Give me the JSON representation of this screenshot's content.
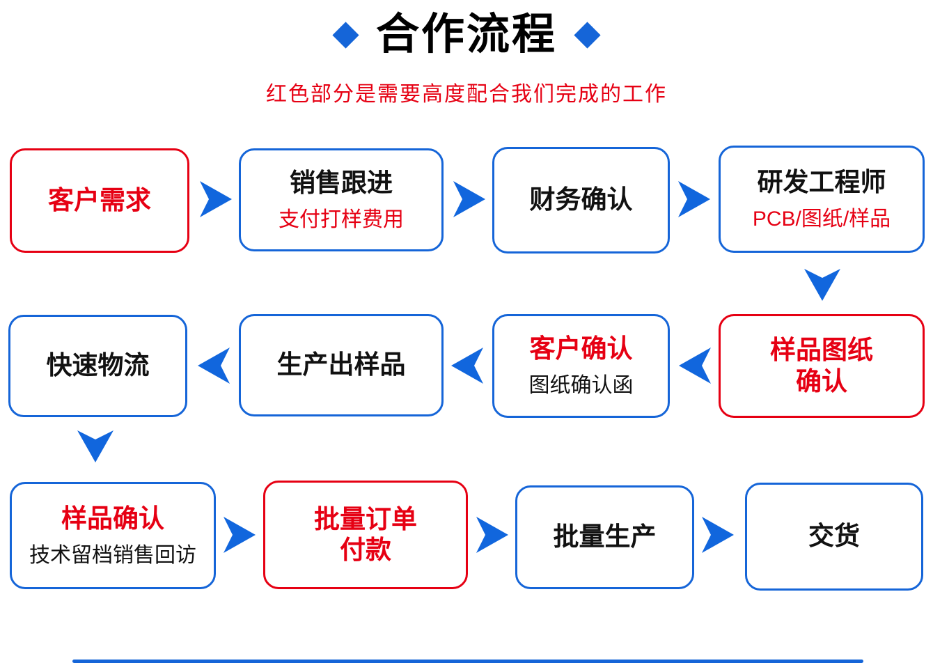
{
  "page": {
    "title": "合作流程",
    "subtitle": "红色部分是需要高度配合我们完成的工作",
    "colors": {
      "blue": "#1565d8",
      "red": "#e60013",
      "arrow": "#1166dd",
      "text": "#111111"
    }
  },
  "flow": {
    "boxes": [
      {
        "title": "客户需求",
        "border": "red",
        "title_color": "red"
      },
      {
        "title": "销售跟进",
        "subtitle": "支付打样费用",
        "border": "blue",
        "title_color": "black",
        "subtitle_color": "red"
      },
      {
        "title": "财务确认",
        "border": "blue",
        "title_color": "black"
      },
      {
        "title": "研发工程师",
        "subtitle": "PCB/图纸/样品",
        "border": "blue",
        "title_color": "black",
        "subtitle_color": "red"
      },
      {
        "title": "样品图纸",
        "title_line2": "确认",
        "border": "red",
        "title_color": "red"
      },
      {
        "title": "客户确认",
        "subtitle": "图纸确认函",
        "border": "blue",
        "title_color": "red",
        "subtitle_color": "black"
      },
      {
        "title": "生产出样品",
        "border": "blue",
        "title_color": "black"
      },
      {
        "title": "快速物流",
        "border": "blue",
        "title_color": "black"
      },
      {
        "title": "样品确认",
        "subtitle": "技术留档销售回访",
        "border": "blue",
        "title_color": "red",
        "subtitle_color": "black"
      },
      {
        "title": "批量订单",
        "title_line2": "付款",
        "border": "red",
        "title_color": "red"
      },
      {
        "title": "批量生产",
        "border": "blue",
        "title_color": "black"
      },
      {
        "title": "交货",
        "border": "blue",
        "title_color": "black"
      }
    ]
  }
}
